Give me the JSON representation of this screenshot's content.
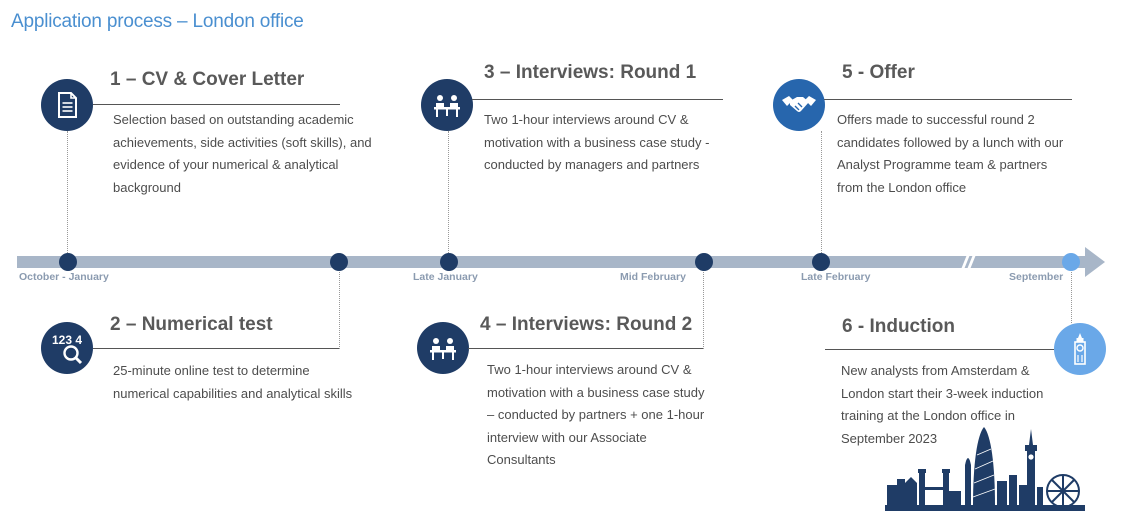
{
  "header": {
    "title": "Application process – London office"
  },
  "steps": [
    {
      "title": "1 – CV & Cover Letter",
      "icon": "document-icon",
      "desc": "Selection based on outstanding academic achievements, side activities (soft skills), and evidence of your numerical & analytical background"
    },
    {
      "title": "2 – Numerical test",
      "icon": "numbers-search-icon",
      "icon_text": "123 4",
      "desc": "25-minute online test to determine numerical capabilities and analytical skills"
    },
    {
      "title": "3 – Interviews: Round 1",
      "icon": "interview-icon",
      "desc": "Two 1-hour interviews around CV & motivation with a business case study - conducted by managers and partners"
    },
    {
      "title": "4 – Interviews: Round 2",
      "icon": "interview-icon",
      "desc": "Two 1-hour interviews around CV & motivation with a business case study – conducted by partners + one 1-hour interview with our Associate Consultants"
    },
    {
      "title": "5 - Offer",
      "icon": "handshake-icon",
      "desc": "Offers made to successful round 2 candidates followed by a lunch with our Analyst Programme team & partners from the London office"
    },
    {
      "title": "6 - Induction",
      "icon": "big-ben-icon",
      "desc": "New analysts from Amsterdam & London start their 3-week induction training at the London office in September 2023"
    }
  ],
  "timeline": {
    "labels": [
      "October - January",
      "Late January",
      "Mid February",
      "Late February",
      "September"
    ],
    "colors": {
      "bar": "#a8b6c8",
      "dot": "#1f3c66",
      "dot_final": "#6aa8e8",
      "label": "#8b9bb0"
    }
  },
  "colors": {
    "title": "#4a8fd0",
    "icon_dark": "#1f3c66",
    "icon_blue": "#2766ad",
    "icon_light": "#6aa8e8"
  },
  "decoration": {
    "skyline": "london-skyline-icon"
  }
}
